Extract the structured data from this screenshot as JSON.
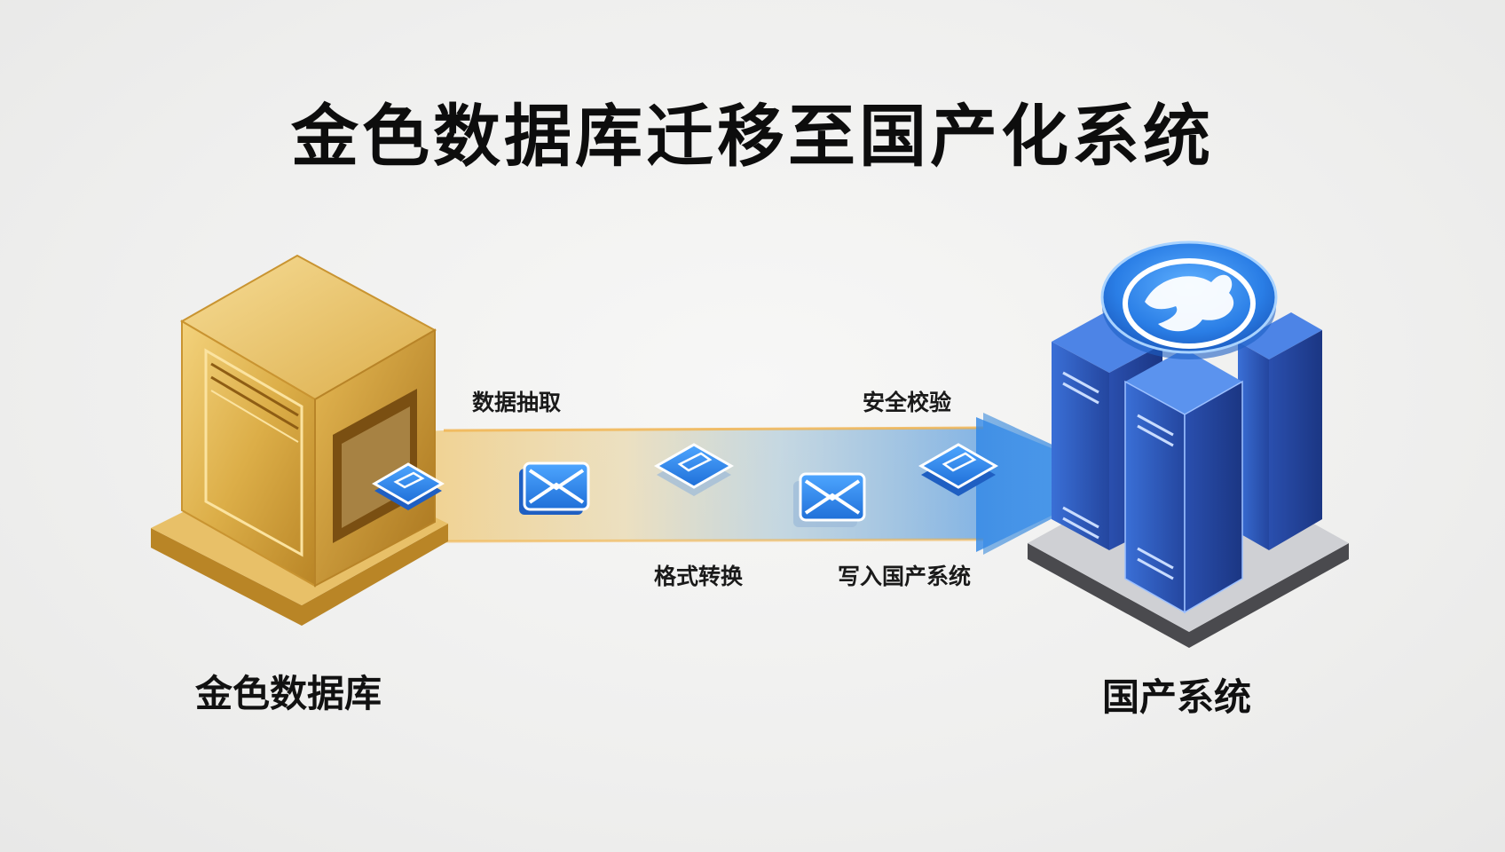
{
  "title": "金色数据库迁移至国产化系统",
  "source": {
    "label": "金色数据库"
  },
  "target": {
    "label": "国产系统"
  },
  "steps": {
    "extract": "数据抽取",
    "verify": "安全校验",
    "convert": "格式转换",
    "write": "写入国产系统"
  },
  "colors": {
    "gold": "#d9a93a",
    "blue": "#2f7fe0",
    "server_blue": "#2d57b8"
  },
  "icons": [
    "document-icon",
    "envelope-icon",
    "document-icon",
    "envelope-icon",
    "document-icon",
    "dragon-emblem-icon"
  ]
}
